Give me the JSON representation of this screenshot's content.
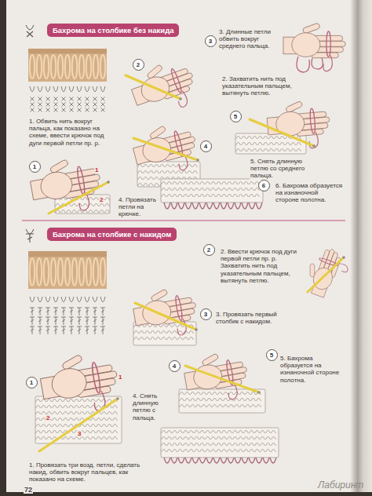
{
  "diagram": {
    "nodes": [
      {
        "text": [
          "Бахрома на столбике без накида"
        ]
      },
      {
        "text": [
          "1"
        ]
      },
      {
        "text": [
          "2"
        ]
      },
      {
        "text": [
          "3"
        ]
      },
      {
        "text": [
          "4"
        ]
      },
      {
        "text": [
          "5"
        ]
      },
      {
        "text": [
          "6"
        ]
      },
      {
        "text": [
          "Бахрома на столбике с накидом"
        ]
      },
      {
        "text": [
          "1"
        ]
      },
      {
        "text": [
          "2"
        ]
      },
      {
        "text": [
          "3"
        ]
      },
      {
        "text": [
          "4"
        ]
      },
      {
        "text": [
          "5"
        ]
      }
    ],
    "labels": [
      "3. Длинные петли обвить вокруг среднего пальца.",
      "2. Захватить нить под указательным пальцем, вытянуть петлю.",
      "1. Обвить нить вокруг пальца, как показано на схеме, ввести крючок под дуги первой петли пр. р.",
      "4. Провязать петли на крючке.",
      "5. Снять длинную петлю со среднего пальца.",
      "6. Бахрома образуется на изнаночной стороне полотна.",
      "1",
      "2",
      "2. Ввести крючок под дуги первой петли пр. р. Захватить нить под указательным пальцем, вытянуть петлю.",
      "3. Провязать первый столбик с накидом.",
      "4. Снять длинную петлю с пальца.",
      "5. Бахрома образуется на изнаночной стороне полотна.",
      "1. Провязать три возд. петли, сделать накид, обвить вокруг пальцев, как показано на схеме.",
      "1",
      "2",
      "3",
      "72",
      "Лабиринт"
    ]
  }
}
